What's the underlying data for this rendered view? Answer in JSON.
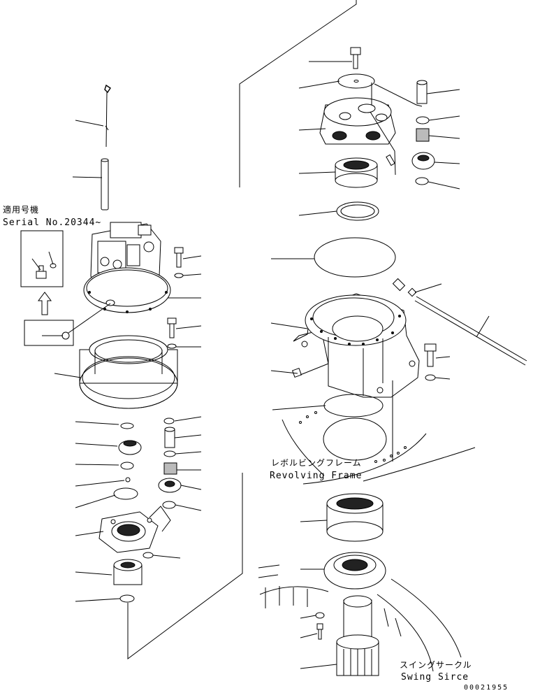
{
  "labels": {
    "serial_jp": "適用号機",
    "serial_no": "Serial No.20344~",
    "revolving_jp": "レボルビングフレーム",
    "revolving_en": "Revolving Frame",
    "swing_jp": "スイングサークル",
    "swing_en": "Swing Sirce",
    "drawing_code": "00021955"
  }
}
